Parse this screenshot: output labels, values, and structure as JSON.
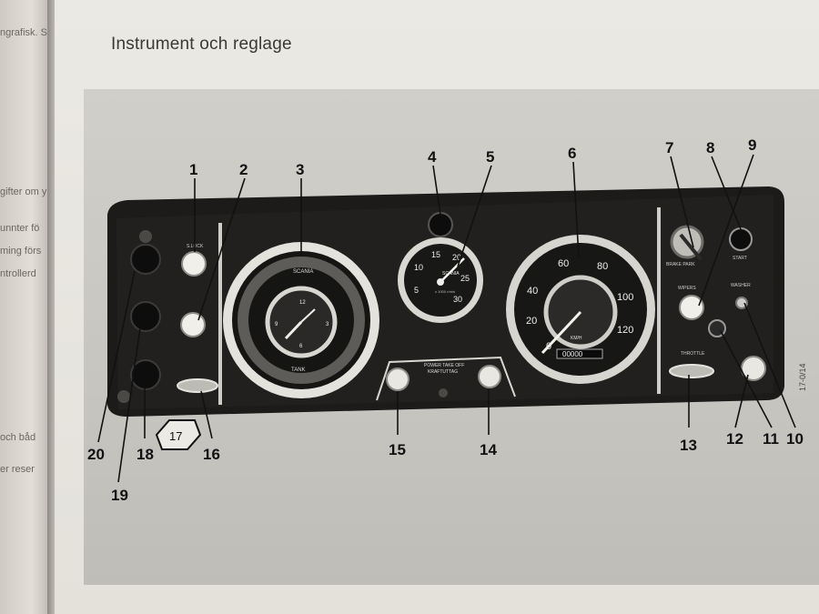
{
  "page": {
    "title": "Instrument och reglage"
  },
  "left_page_fragments": [
    "ngrafisk. S",
    "gifter om y",
    "unnter fö",
    "ming förs",
    "ntrollerd",
    "och båd",
    "er reser"
  ],
  "figure_code": "17-0/14",
  "arrow_ref": "17",
  "callouts": [
    "1",
    "2",
    "3",
    "4",
    "5",
    "6",
    "7",
    "8",
    "9",
    "10",
    "11",
    "12",
    "13",
    "14",
    "15",
    "16",
    "18",
    "19",
    "20"
  ],
  "panel_labels": {
    "pto": "POWER TAKE OFF",
    "pto_sv": "KRAFTUTTAG",
    "tank": "TANK",
    "wipers": "WIPERS",
    "throttle": "THROTTLE",
    "start": "START",
    "brake": "BRAKE PARK",
    "washer": "WASHER",
    "scania": "SCANIA",
    "kmh": "KM/H",
    "odometer": "00000",
    "tacho_unit": "x 1000 r/min"
  },
  "tachometer_scale": [
    "5",
    "10",
    "15",
    "20",
    "25",
    "30"
  ],
  "speedometer_scale": [
    "0",
    "20",
    "40",
    "60",
    "80",
    "100",
    "120"
  ],
  "clock_numbers": [
    "12",
    "3",
    "6",
    "9"
  ]
}
